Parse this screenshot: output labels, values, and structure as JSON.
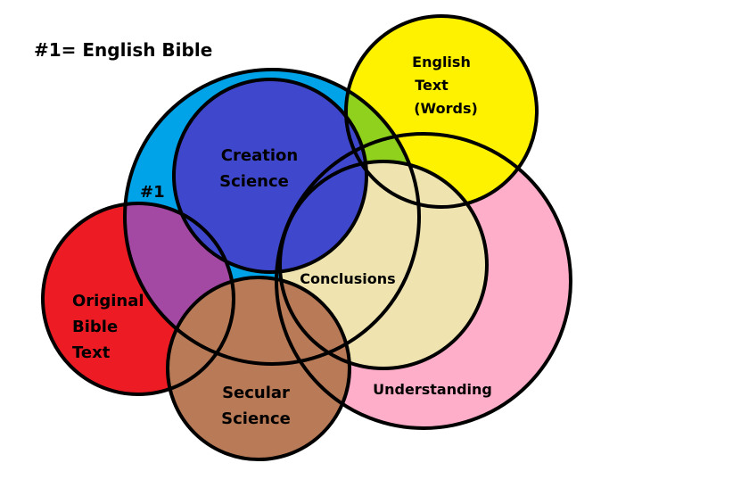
{
  "title": "#1= English Bible",
  "labels": {
    "num1": "#1",
    "creation": [
      "Creation",
      "Science"
    ],
    "english_text": [
      "English",
      "Text",
      "(Words)"
    ],
    "original": [
      "Original",
      "Bible",
      "Text"
    ],
    "secular": [
      "Secular",
      "Science"
    ],
    "conclusions": "Conclusions",
    "understanding": "Understanding"
  },
  "colors": {
    "english_bible": "#00a2e8",
    "english_text": "#fff200",
    "english_overlap": "#8fd11d",
    "understanding": "#ffaec9",
    "conclusions": "#efe4b0",
    "creation_science": "#3f48cc",
    "original_text": "#ed1c24",
    "original_overlap": "#a349a4",
    "secular_science": "#b97a57",
    "outline": "#000000"
  }
}
